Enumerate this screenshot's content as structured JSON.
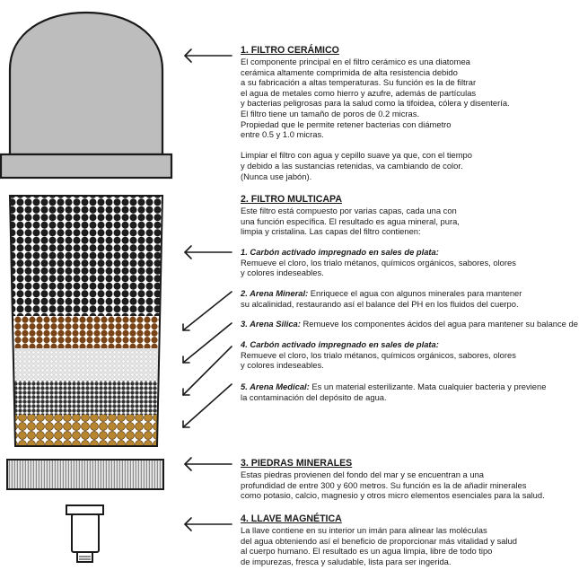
{
  "sections": {
    "ceramic": {
      "title": "1. FILTRO CERÁMICO",
      "lines": [
        "El componente principal en el filtro cerámico es una diatomea",
        "cerámica altamente comprimida de alta resistencia debido",
        "a su fabricación a altas temperaturas. Su función es la de filtrar",
        "el agua de metales como hierro y azufre, además de partículas",
        "y bacterias peligrosas para la salud como la tifoidea, cólera y disentería.",
        "El filtro tiene un tamaño de  poros de 0.2 micras.",
        "Propiedad que le permite retener bacterias con diámetro",
        "entre 0.5 y 1.0 micras."
      ],
      "care_lines": [
        "Limpiar el filtro con agua y cepillo suave ya que, con el tiempo",
        "y debido a las sustancias retenidas, va cambiando de color.",
        "(Nunca use jabón)."
      ]
    },
    "multilayer": {
      "title": "2. FILTRO MULTICAPA",
      "lines": [
        "Este filtro está compuesto por varias capas, cada una con",
        "una función específica. El resultado es agua mineral, pura,",
        "limpia y cristalina. Las capas del filtro contienen:"
      ],
      "layers": [
        {
          "name": "1. Carbón activado impregnado en sales de plata:",
          "lines": [
            "Remueve el cloro, los trialo métanos, químicos orgánicos, sabores, olores",
            "y colores indeseables."
          ]
        },
        {
          "name": "2. Arena Mineral:",
          "inline": " Enriquece el agua  con algunos minerales para mantener",
          "lines": [
            "su alcalinidad, restaurando así el balance del PH en los fluidos del cuerpo."
          ]
        },
        {
          "name": "3. Arena Silica:",
          "inline": " Remueve los componentes ácidos del agua para mantener su balance de PH",
          "lines": []
        },
        {
          "name": "4. Carbón activado impregnado en sales de plata:",
          "lines": [
            "Remueve el cloro, los trialo métanos, químicos orgánicos, sabores, olores",
            "y colores indeseables."
          ]
        },
        {
          "name": "5. Arena Medical:",
          "inline": " Es un material esterilizante. Mata cualquier bacteria y previene",
          "lines": [
            "la contaminación del depósito de agua."
          ]
        }
      ]
    },
    "stones": {
      "title": "3. PIEDRAS MINERALES",
      "lines": [
        "Estas piedras provienen del fondo del mar y se encuentran a una",
        "profundidad de entre 300 y 600 metros. Su función es la de añadir minerales",
        "como potasio, calcio, magnesio y otros micro elementos esenciales para la salud."
      ]
    },
    "faucet": {
      "title": "4. LLAVE MAGNÉTICA",
      "lines": [
        "La llave contiene en su interior un imán para alinear las moléculas",
        "del agua obteniendo así el beneficio de proporcionar más vitalidad y salud",
        "al cuerpo humano. El resultado es un agua limpia, libre de todo tipo",
        "de impurezas, fresca y saludable, lista para ser ingerida."
      ]
    }
  },
  "colors": {
    "dome": "#bdbdbd",
    "outline": "#1a1a1a",
    "carbon": "#1c1c1c",
    "mineral_sand": "#7a4315",
    "silica": "#e6e6e6",
    "medical_sand": "#333333",
    "bottom_sand": "#b8862e",
    "stones": "#8e8e8e"
  }
}
